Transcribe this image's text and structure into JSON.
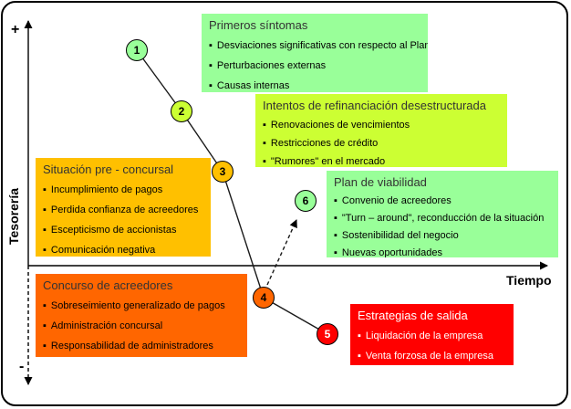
{
  "colors": {
    "light_green": "#99FF99",
    "chartreuse": "#CCFF33",
    "gold": "#FFC000",
    "orange": "#FF6600",
    "red": "#FF0000",
    "line": "#000000",
    "title_text": "#333333",
    "inverse_text": "#FFFFFF"
  },
  "axes": {
    "y_label": "Tesorería",
    "y_plus": "+",
    "y_minus": "-",
    "x_label": "Tiempo"
  },
  "milestones": [
    {
      "number": "1",
      "color": "#99FF99"
    },
    {
      "number": "2",
      "color": "#CCFF33"
    },
    {
      "number": "3",
      "color": "#FFC000"
    },
    {
      "number": "4",
      "color": "#FF6600"
    },
    {
      "number": "5",
      "color": "#FF0000",
      "number_color": "#FFFFFF"
    },
    {
      "number": "6",
      "color": "#99FF99"
    }
  ],
  "boxes": [
    {
      "title": "Primeros síntomas",
      "bg": "#99FF99",
      "bullets": [
        "Desviaciones significativas con respecto al Plan",
        "Perturbaciones externas",
        "Causas internas"
      ]
    },
    {
      "title": "Intentos de refinanciación desestructurada",
      "bg": "#CCFF33",
      "bullets": [
        "Renovaciones de vencimientos",
        "Restricciones de crédito",
        "\"Rumores\" en el mercado"
      ]
    },
    {
      "title": "Situación pre - concursal",
      "bg": "#FFC000",
      "bullets": [
        "Incumplimiento de pagos",
        "Perdida confianza de acreedores",
        "Escepticismo de accionistas",
        "Comunicación negativa"
      ]
    },
    {
      "title": "Plan de viabilidad",
      "bg": "#99FF99",
      "bullets": [
        "Convenio de acreedores",
        "\"Turn – around\", reconducción de la situación",
        "Sostenibilidad del negocio",
        "Nuevas oportunidades"
      ]
    },
    {
      "title": "Concurso de acreedores",
      "bg": "#FF6600",
      "bullets": [
        "Sobreseimiento generalizado de pagos",
        "Administración concursal",
        "Responsabilidad de administradores"
      ]
    },
    {
      "title": "Estrategias de salida",
      "bg": "#FF0000",
      "text_color": "#FFFFFF",
      "bullets": [
        "Liquidación de la empresa",
        "Venta forzosa de la empresa"
      ]
    }
  ]
}
